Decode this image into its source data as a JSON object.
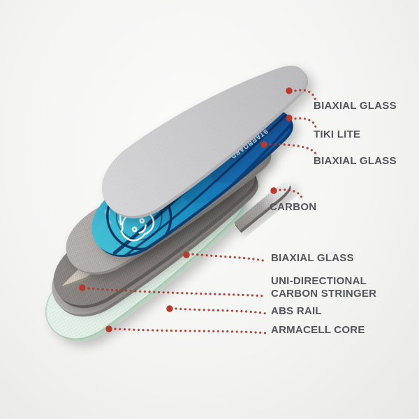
{
  "diagram": {
    "brand_text": "STARBOARD",
    "callouts": [
      {
        "line1": "BIAXIAL GLASS"
      },
      {
        "line1": "TIKI LITE"
      },
      {
        "line1": "BIAXIAL GLASS"
      },
      {
        "line1": "CARBON"
      },
      {
        "line1": "BIAXIAL GLASS"
      },
      {
        "line1": "UNI-DIRECTIONAL",
        "line2": "CARBON STRINGER"
      },
      {
        "line1": "ABS RAIL"
      },
      {
        "line1": "ARMACELL CORE"
      }
    ],
    "colors": {
      "accent_red": "#b43a2e",
      "label_text": "#54555a",
      "glass_gray_light": "#c9c9cb",
      "tiki_print_blue": "#1f97c6",
      "glass_gray_mid": "#a8a5a3",
      "carbon_silver": "#e9eaec",
      "glass_gray_dark": "#7f7a77",
      "stringer_tan": "#c6bdb2",
      "abs_gray": "#a8a4a1",
      "armacell_green": "#dcebe0"
    }
  }
}
